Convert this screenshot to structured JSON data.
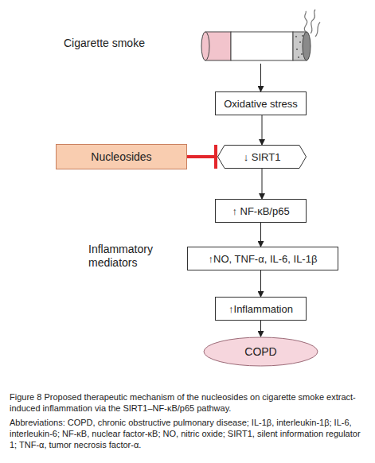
{
  "diagram": {
    "caption": "Figure 8 Proposed therapeutic mechanism of the nucleosides on cigarette smoke extract-induced inflammation via the SIRT1–NF-κB/p65 pathway.",
    "nodes": [
      {
        "text": [
          "Cigarette smoke"
        ]
      },
      {
        "text": [
          "Oxidative stress"
        ]
      },
      {
        "text": [
          "Nucleosides"
        ]
      },
      {
        "text": [
          "↓ SIRT1"
        ]
      },
      {
        "text": [
          "↑ NF-κB/p65"
        ]
      },
      {
        "text": [
          "Inflammatory mediators",
          "↑NO, TNF-α, IL-6, IL-1β"
        ]
      },
      {
        "text": [
          "↑Inflammation"
        ]
      },
      {
        "text": [
          "COPD"
        ]
      }
    ],
    "edges": [
      {
        "from": 0,
        "to": 1,
        "arrow": "to"
      },
      {
        "from": 1,
        "to": 3,
        "arrow": "to"
      },
      {
        "from": 2,
        "to": 3,
        "arrow": "to"
      },
      {
        "from": 3,
        "to": 4,
        "arrow": "to"
      },
      {
        "from": 4,
        "to": 5,
        "arrow": "to"
      },
      {
        "from": 5,
        "to": 6,
        "arrow": "to"
      },
      {
        "from": 6,
        "to": 7,
        "arrow": "to"
      }
    ],
    "labels": [
      "Abbreviations: COPD, chronic obstructive pulmonary disease; IL-1β, interleukin-1β; IL-6, interleukin-6; NF-κB, nuclear factor-κB; NO, nitric oxide; SIRT1, silent information regulator 1; TNF-α, tumor necrosis factor-α."
    ]
  }
}
